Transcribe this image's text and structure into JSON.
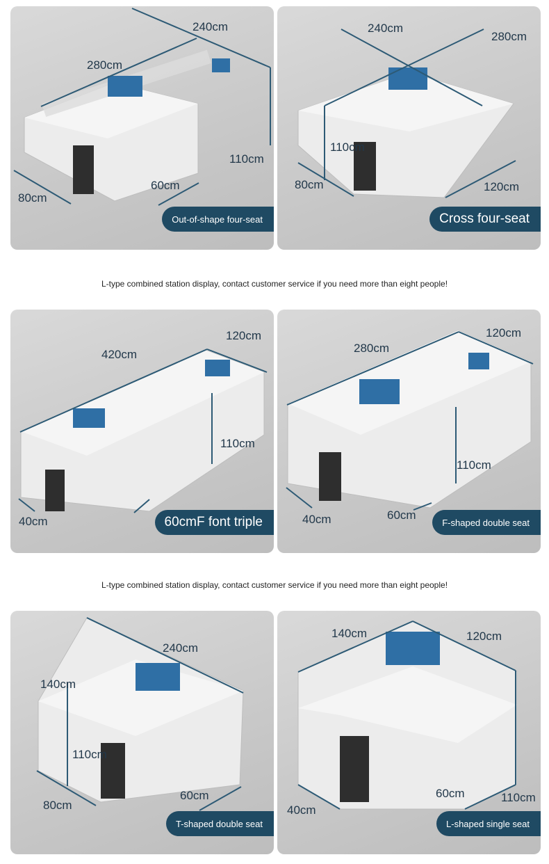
{
  "captions": {
    "caption_1": "L-type combined station display, contact customer service if you need more than eight people!",
    "caption_2": "L-type combined station display, contact customer service if you need more than eight people!"
  },
  "panels": [
    {
      "label": "Out-of-shape four-seat",
      "dims": [
        "240cm",
        "280cm",
        "110cm",
        "60cm",
        "80cm"
      ]
    },
    {
      "label": "Cross four-seat",
      "dims": [
        "240cm",
        "280cm",
        "110cm",
        "80cm",
        "120cm"
      ]
    },
    {
      "label": "60cmF font triple",
      "dims": [
        "420cm",
        "120cm",
        "110cm",
        "40cm"
      ]
    },
    {
      "label": "F-shaped double seat",
      "dims": [
        "280cm",
        "120cm",
        "110cm",
        "40cm",
        "60cm"
      ]
    },
    {
      "label": "T-shaped double seat",
      "dims": [
        "240cm",
        "140cm",
        "110cm",
        "60cm",
        "80cm"
      ]
    },
    {
      "label": "L-shaped single seat",
      "dims": [
        "140cm",
        "120cm",
        "60cm",
        "110cm",
        "40cm"
      ]
    }
  ]
}
